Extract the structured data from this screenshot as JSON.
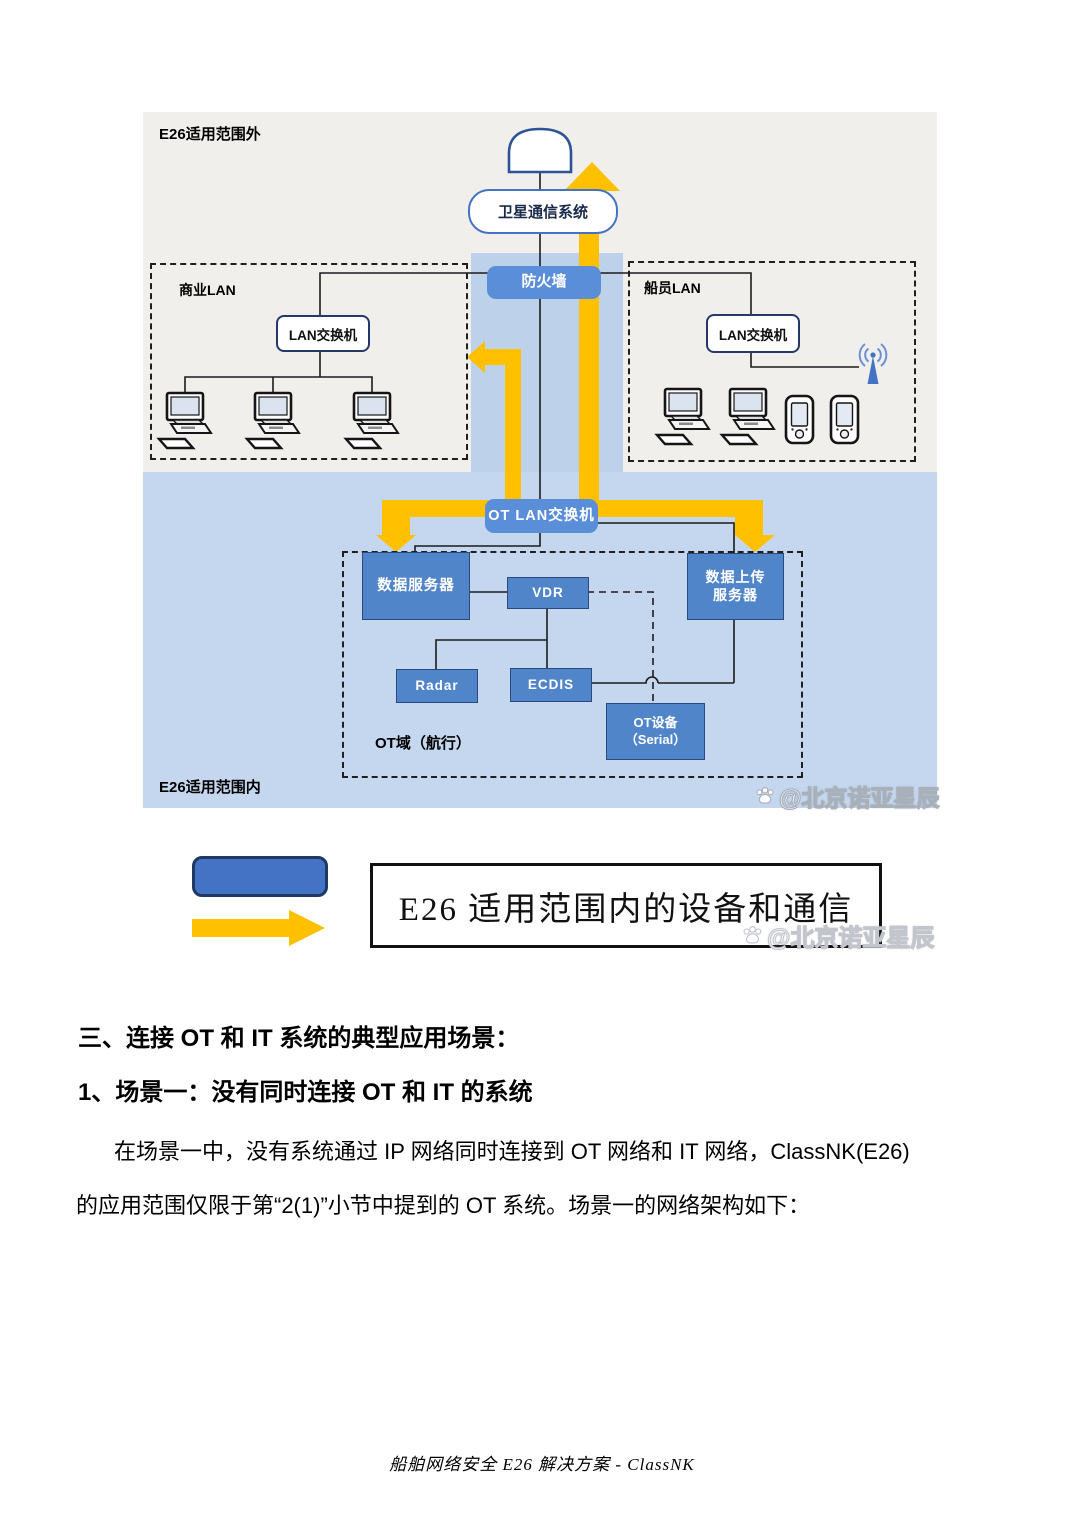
{
  "document": {
    "section_heading": "三、连接 OT 和 IT 系统的典型应用场景：",
    "sub_heading": "1、场景一：没有同时连接 OT 和 IT 的系统",
    "paragraph_line1": "在场景一中，没有系统通过 IP 网络同时连接到 OT 网络和 IT 网络，ClassNK(E26)",
    "paragraph_line2": "的应用范围仅限于第“2(1)”小节中提到的 OT 系统。场景一的网络架构如下：",
    "footer": "船舶网络安全 E26 解决方案 - ClassNK"
  },
  "diagram": {
    "outside_scope_label": "E26适用范围外",
    "inside_scope_label": "E26适用范围内",
    "satellite_system": "卫星通信系统",
    "firewall": "防火墙",
    "business_lan": "商业LAN",
    "crew_lan": "船员LAN",
    "lan_switch": "LAN交换机",
    "ot_lan_switch": "OT LAN交换机",
    "data_server": "数据服务器",
    "vdr": "VDR",
    "data_upload_server_line1": "数据上传",
    "data_upload_server_line2": "服务器",
    "radar": "Radar",
    "ecdis": "ECDIS",
    "ot_device_line1": "OT设备",
    "ot_device_line2": "（Serial）",
    "ot_domain_label": "OT域（航行）",
    "watermark": "@北京诺亚星辰"
  },
  "legend": {
    "label": "E26 适用范围内的设备和通信",
    "watermark": "@北京诺亚星辰"
  },
  "colors": {
    "outside_bg": "#f1efec",
    "inside_bg": "#c5d7ee",
    "band_bg": "#bdd1ea",
    "node_blue": "#5185ca",
    "firewall_blue": "#5b8ed8",
    "legend_blue": "#4472c4",
    "border_navy": "#24386b",
    "arrow_yellow": "#ffc000"
  }
}
